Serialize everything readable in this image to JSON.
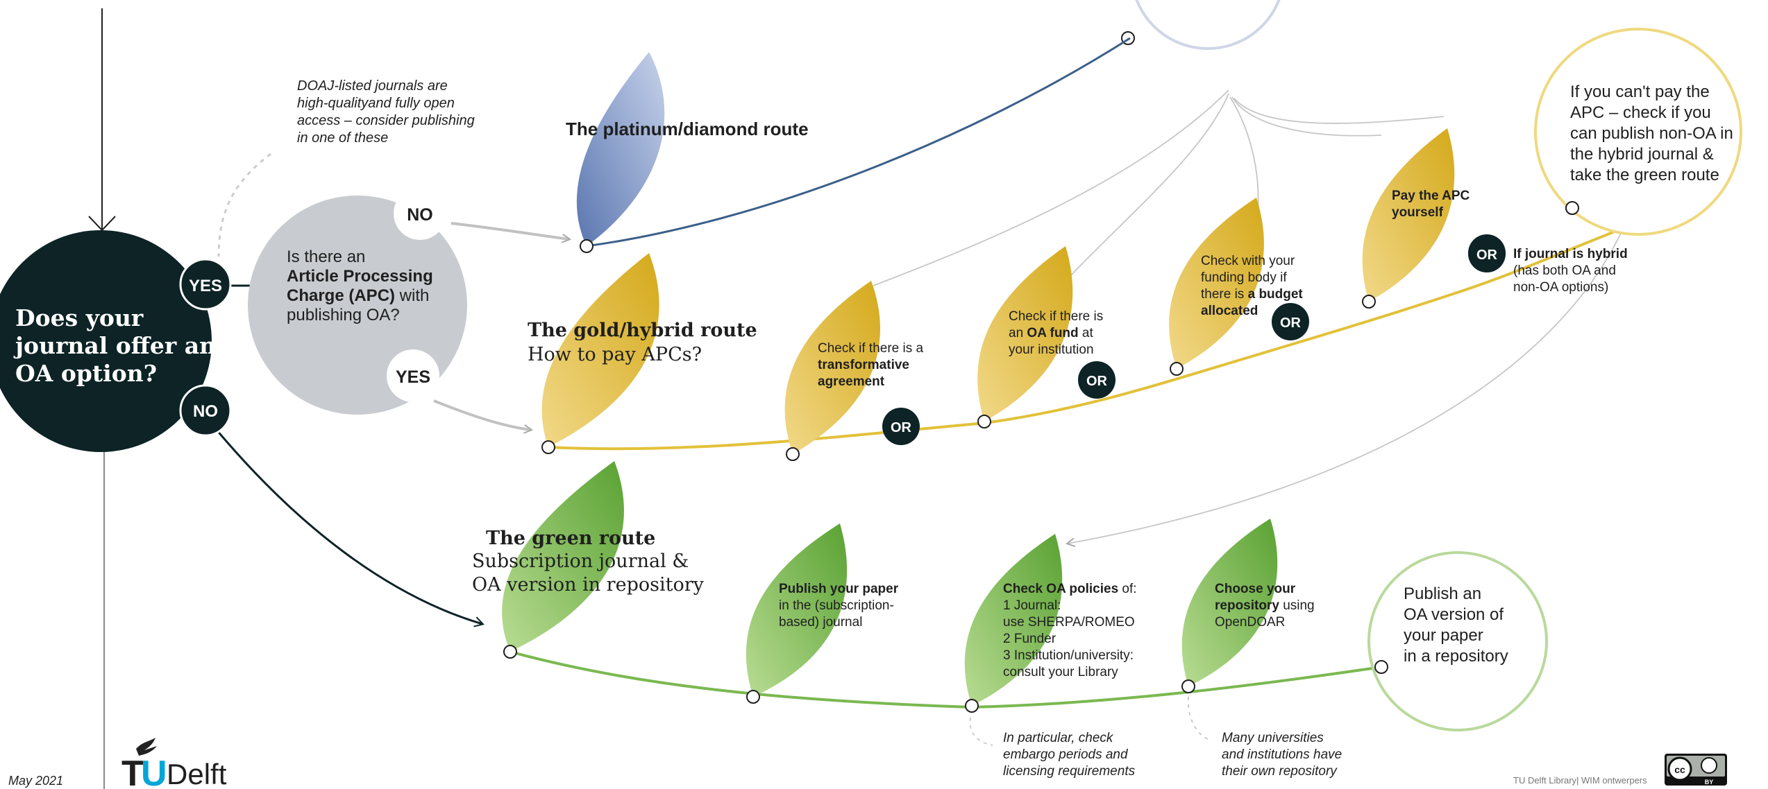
{
  "colors": {
    "dark": "#0d2326",
    "gold": "#e2bb2c",
    "gold_line": "#e2c13a",
    "green": "#74b74a",
    "green_line": "#7ab850",
    "blue": "#7f95c4",
    "blue_line": "#3b5f8a",
    "grey_circle": "#c8ccd0",
    "thin_grey": "#c6c6c6"
  },
  "start": {
    "question_lines": [
      "Does your",
      "journal offer an",
      "OA option?"
    ],
    "yes_label": "YES",
    "no_label": "NO"
  },
  "apc": {
    "question_parts": [
      "Is there an",
      "Article Processing",
      "Charge (APC)",
      " with",
      "publishing OA?"
    ],
    "no_label": "NO",
    "yes_label": "YES"
  },
  "doaj_note": [
    "DOAJ-listed journals are",
    "high-qualityand fully open",
    "access – consider publishing",
    "in one of these"
  ],
  "platinum": {
    "title": "The platinum/diamond route"
  },
  "gold": {
    "title": "The gold/hybrid route",
    "subtitle": "How to pay APCs?",
    "or_label": "OR",
    "transformative": [
      "Check if there is a",
      "transformative",
      "agreement"
    ],
    "oa_fund": [
      "Check if there is",
      "an ",
      "OA fund",
      " at",
      "your institution"
    ],
    "funding": [
      "Check with your",
      "funding body if",
      "there is ",
      "a budget",
      "allocated"
    ],
    "pay": [
      "Pay the APC",
      "yourself"
    ],
    "hybrid": [
      "If journal is hybrid",
      "(has both OA and",
      "non-OA options)"
    ]
  },
  "cant_pay": [
    "If you can't pay the",
    "APC – check if you",
    "can publish non-OA in",
    "the hybrid journal &",
    "take the green route"
  ],
  "green": {
    "title": "The green route",
    "subtitle_lines": [
      "Subscription journal &",
      "OA version in repository"
    ],
    "publish": [
      "Publish your paper",
      "in the (subscription-",
      "based) journal"
    ],
    "policies": [
      "Check OA policies",
      " of:",
      "1  Journal:",
      "    use SHERPA/ROMEO",
      "2  Funder",
      "3  Institution/university:",
      "    consult your Library"
    ],
    "repository": [
      "Choose your",
      "repository",
      " using",
      "OpenDOAR"
    ],
    "embargo_note": [
      "In particular, check",
      "embargo periods and",
      "licensing requirements"
    ],
    "repo_note": [
      "Many universities",
      "and institutions have",
      "their own repository"
    ],
    "final": [
      "Publish an",
      "OA version of",
      "your paper",
      "in a repository"
    ]
  },
  "footer": {
    "date": "May 2021",
    "logo_t": "T",
    "logo_u": "U",
    "logo_delft": "Delft",
    "credit": "TU Delft Library| WIM ontwerpers",
    "license_cc": "cc",
    "license_by": "BY"
  }
}
